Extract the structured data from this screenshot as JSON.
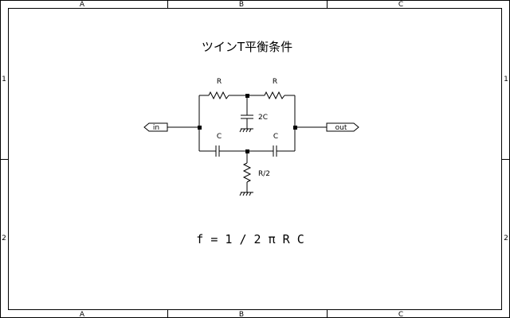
{
  "sheet": {
    "columns": [
      "A",
      "B",
      "C"
    ],
    "rows": [
      "1",
      "2"
    ]
  },
  "title": "ツインT平衡条件",
  "ports": {
    "input": "in",
    "output": "out"
  },
  "components": {
    "r_left": "R",
    "r_right": "R",
    "c_mid": "2C",
    "c_left": "C",
    "c_right": "C",
    "r_bottom": "R/2"
  },
  "formula": "f = 1 / 2 π R C"
}
